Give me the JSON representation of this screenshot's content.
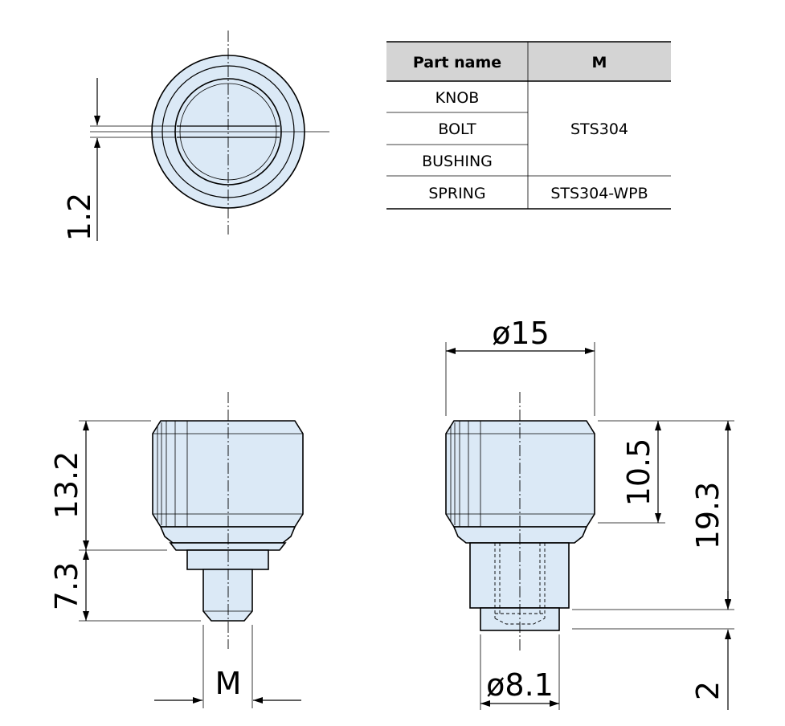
{
  "table": {
    "headers": [
      "Part name",
      "M"
    ],
    "rows": [
      {
        "part": "KNOB"
      },
      {
        "part": "BOLT"
      },
      {
        "part": "BUSHING"
      },
      {
        "part": "SPRING",
        "material": "STS304-WPB"
      }
    ],
    "merged_material": "STS304"
  },
  "dimensions": {
    "slot": "1.2",
    "knob_height": "13.2",
    "stem_length": "7.3",
    "thread": "M",
    "diameter_outer": "ø15",
    "knob_height_right": "10.5",
    "total_height": "19.3",
    "bushing_diameter": "ø8.1",
    "bushing_extension": "2"
  },
  "colors": {
    "body_fill": "#dbe9f6",
    "header_fill": "#d4d4d4",
    "line": "#000000"
  }
}
